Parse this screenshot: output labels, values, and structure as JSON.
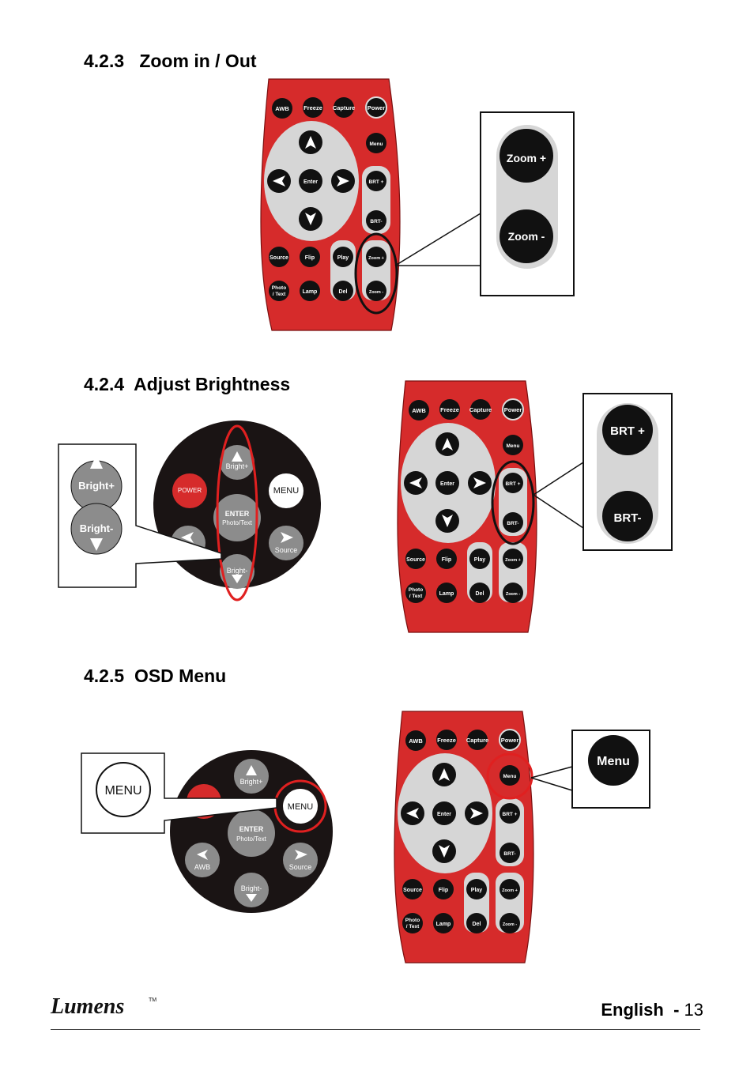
{
  "sections": [
    {
      "number": "4.2.3",
      "title": "Zoom in / Out"
    },
    {
      "number": "4.2.4",
      "title": "Adjust Brightness"
    },
    {
      "number": "4.2.5",
      "title": "OSD Menu"
    }
  ],
  "remote": {
    "top_row": [
      "AWB",
      "Freeze",
      "Capture",
      "Power"
    ],
    "menu": "Menu",
    "enter": "Enter",
    "brt_plus": "BRT +",
    "brt_minus": "BRT-",
    "row_a": [
      "Source",
      "Flip",
      "Play",
      "Zoom +"
    ],
    "row_b": [
      "Photo",
      "/ Text",
      "Lamp",
      "Del",
      "Zoom -"
    ]
  },
  "callouts": {
    "zoom_plus": "Zoom +",
    "zoom_minus": "Zoom -",
    "bright_plus": "Bright+",
    "bright_minus": "Bright-",
    "brt_plus_large": "BRT +",
    "brt_minus_large": "BRT-",
    "menu_large": "Menu",
    "menu_round": "MENU"
  },
  "keypad": {
    "power": "POWER",
    "menu": "MENU",
    "enter": "ENTER",
    "photo_text": "Photo/Text",
    "bright_plus": "Bright+",
    "bright_minus": "Bright-",
    "source": "Source",
    "awb": "AWB"
  },
  "footer": {
    "brand": "Lumens",
    "trademark": "TM",
    "language": "English",
    "separator": "-",
    "page": "13"
  },
  "colors": {
    "remote_red": "#d62b2b",
    "pad_gray": "#d6d6d6",
    "button_black": "#111111",
    "callout_red": "#e02020"
  }
}
